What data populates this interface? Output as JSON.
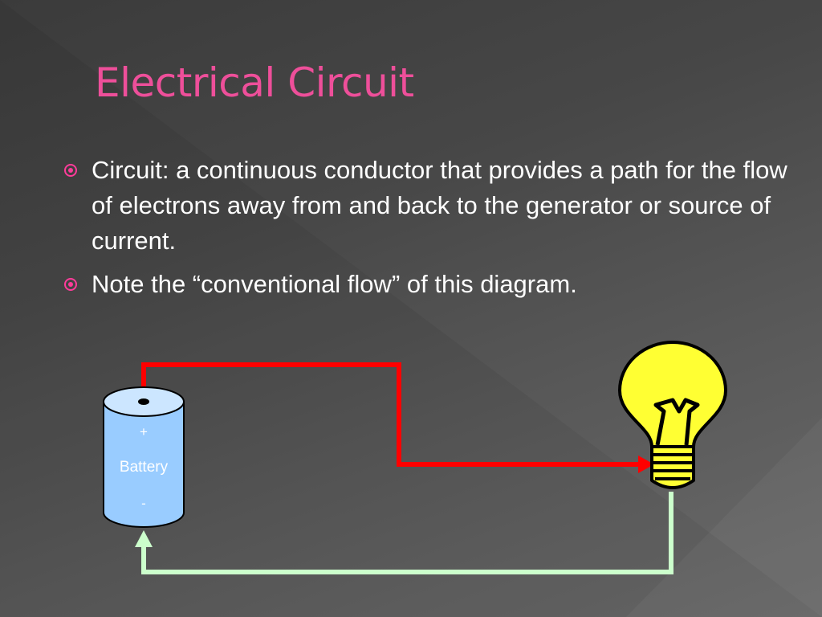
{
  "slide": {
    "title": "Electrical Circuit",
    "bullets": [
      "Circuit: a continuous conductor that provides a path for the flow of electrons away from and back to the generator or source of current.",
      "Note the “conventional flow” of this diagram."
    ]
  },
  "diagram": {
    "battery": {
      "plus": "+",
      "label": "Battery",
      "minus": "-"
    }
  },
  "colors": {
    "title": "#ee4f9a",
    "text": "#ffffff",
    "accent": "#ff3c9a",
    "wire_out": "#ff0000",
    "wire_return": "#ccffcc",
    "battery_fill": "#99ccff",
    "bulb": "#ffff33"
  },
  "icons": [
    "radio-bullet-icon",
    "battery-icon",
    "light-bulb-icon"
  ]
}
